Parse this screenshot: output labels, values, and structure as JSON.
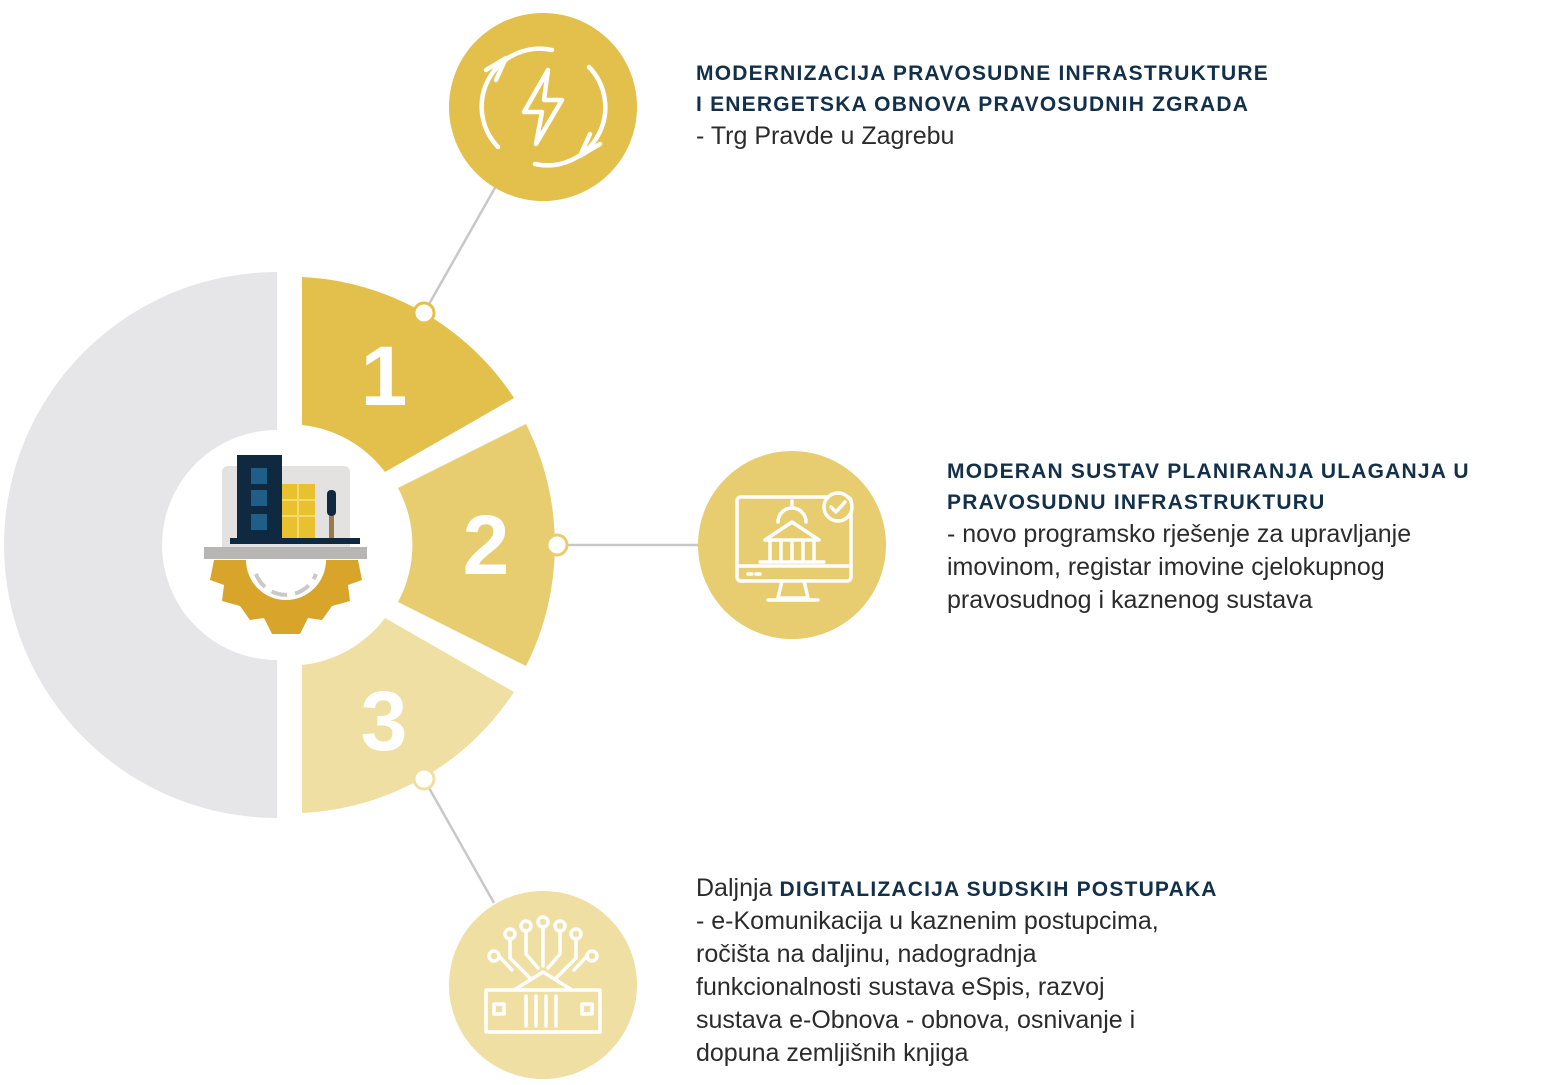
{
  "segments": [
    {
      "number": "1",
      "color": "#e3bf4c"
    },
    {
      "number": "2",
      "color": "#e7cd70"
    },
    {
      "number": "3",
      "color": "#f0dfa2"
    }
  ],
  "colors": {
    "grey_half": "#e6e6e8",
    "connector": "#c8c8c8",
    "icon_circle_1": "#e3bf4c",
    "icon_circle_2": "#e7cd70",
    "icon_circle_3": "#f0dfa2",
    "title_text": "#12304a"
  },
  "icons": {
    "top": "renewal-energy-icon",
    "middle": "courthouse-monitor-icon",
    "bottom": "digital-court-circuit-icon",
    "center": "infrastructure-gear-icon"
  },
  "items": [
    {
      "title_line1": "MODERNIZACIJA PRAVOSUDNE INFRASTRUKTURE",
      "title_line2": "I ENERGETSKA OBNOVA PRAVOSUDNIH ZGRADA",
      "body": "- Trg Pravde u Zagrebu"
    },
    {
      "title_line1": "MODERAN SUSTAV PLANIRANJA ULAGANJA U",
      "title_line2": "PRAVOSUDNU INFRASTRUKTURU",
      "body_lines": [
        "- novo programsko rješenje za upravljanje",
        "imovinom, registar imovine cjelokupnog",
        "pravosudnog i kaznenog sustava"
      ]
    },
    {
      "lead": "Daljnja",
      "title": "DIGITALIZACIJA SUDSKIH POSTUPAKA",
      "body_lines": [
        "- e-Komunikacija u kaznenim postupcima,",
        "ročišta na daljinu, nadogradnja",
        "funkcionalnosti sustava eSpis, razvoj",
        "sustava e-Obnova - obnova, osnivanje i",
        "dopuna zemljišnih knjiga"
      ]
    }
  ]
}
